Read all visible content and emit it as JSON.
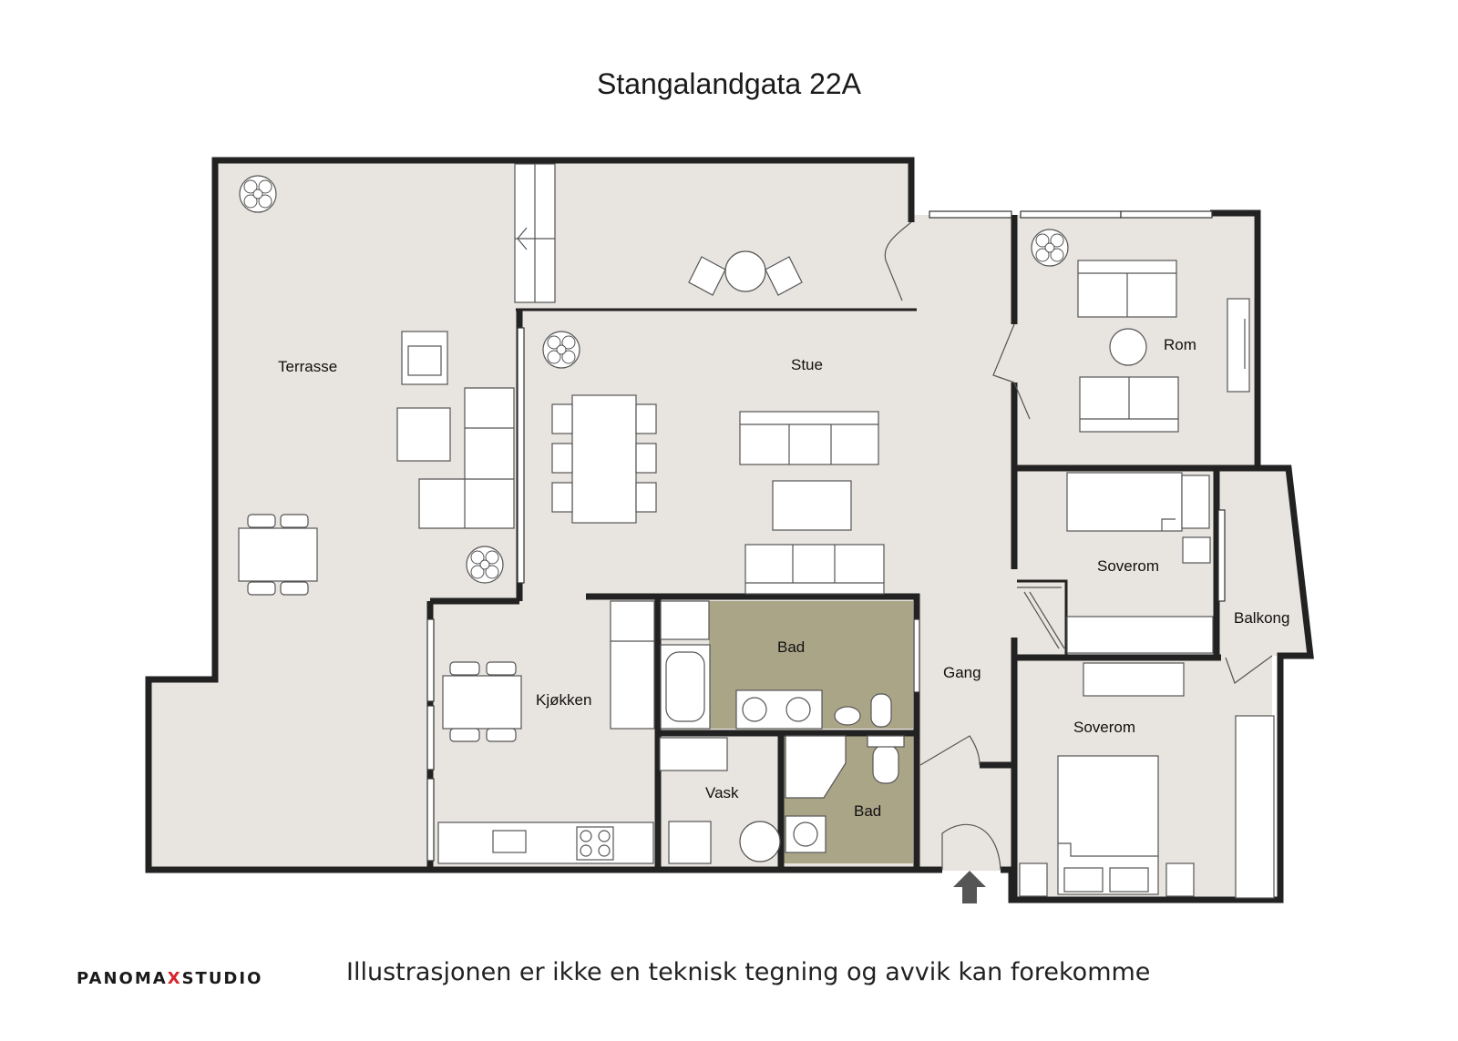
{
  "title": "Stangalandgata 22A",
  "rooms": {
    "terrasse": "Terrasse",
    "stue": "Stue",
    "rom": "Rom",
    "soverom1": "Soverom",
    "balkong": "Balkong",
    "bad1": "Bad",
    "gang": "Gang",
    "kjokken": "Kjøkken",
    "soverom2": "Soverom",
    "vask": "Vask",
    "bad2": "Bad"
  },
  "footer": {
    "logo_left": "PANOMA",
    "logo_x": "X",
    "logo_right": "STUDIO",
    "disclaimer": "Illustrasjonen er ikke en teknisk tegning og avvik kan forekomme"
  },
  "colors": {
    "floor": "#e8e4df",
    "bathroom": "#aba588",
    "wall": "#222222",
    "brand_accent": "#d8232a"
  },
  "icons": [
    "plant-icon",
    "entrance-arrow-icon"
  ]
}
